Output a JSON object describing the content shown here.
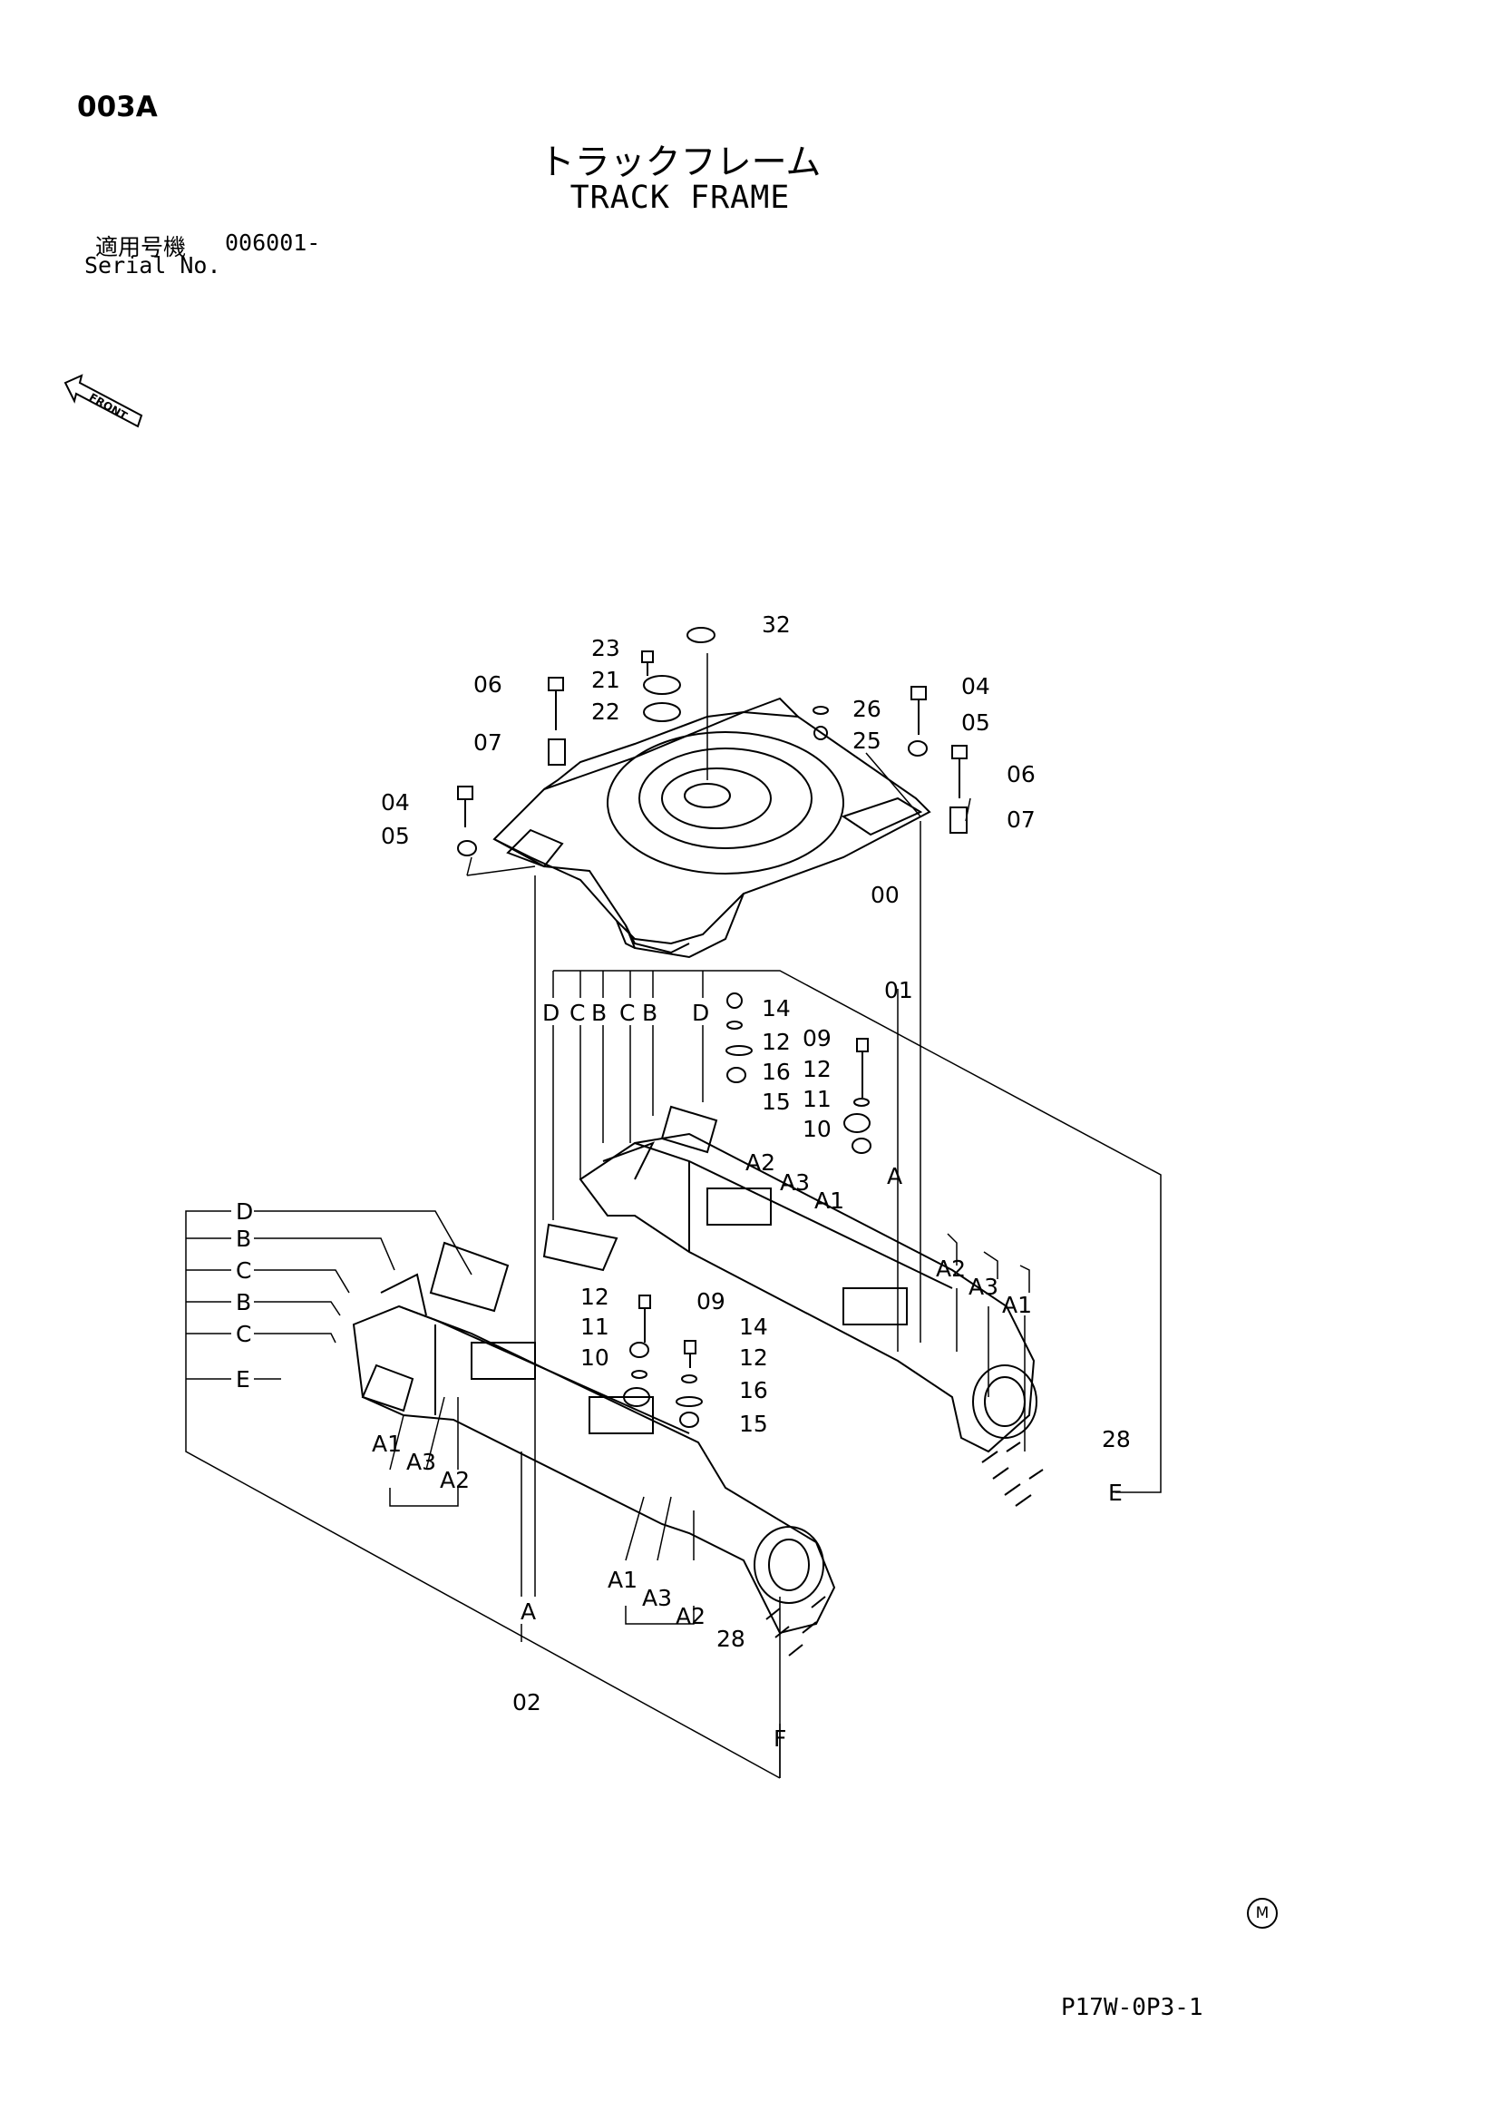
{
  "page_code": "003A",
  "title_jp": "トラックフレーム",
  "title_en": "TRACK FRAME",
  "serial_label_jp": "適用号機",
  "serial_value": "006001-",
  "serial_label_en": "Serial No.",
  "front_label": "FRONT",
  "footer_mark": "M",
  "document_code": "P17W-0P3-1",
  "callouts": [
    "32",
    "23",
    "21",
    "22",
    "26",
    "25",
    "06",
    "07",
    "04",
    "05",
    "04",
    "05",
    "06",
    "07",
    "00",
    "01",
    "D",
    "C",
    "B",
    "C",
    "B",
    "D",
    "14",
    "12",
    "16",
    "15",
    "09",
    "12",
    "11",
    "10",
    "A2",
    "A3",
    "A1",
    "A",
    "A2",
    "A3",
    "A1",
    "28",
    "E",
    "D",
    "B",
    "C",
    "B",
    "C",
    "E",
    "09",
    "11",
    "12",
    "10",
    "14",
    "12",
    "16",
    "15",
    "A1",
    "A3",
    "A2",
    "A1",
    "A3",
    "A2",
    "28",
    "A",
    "02",
    "F"
  ]
}
